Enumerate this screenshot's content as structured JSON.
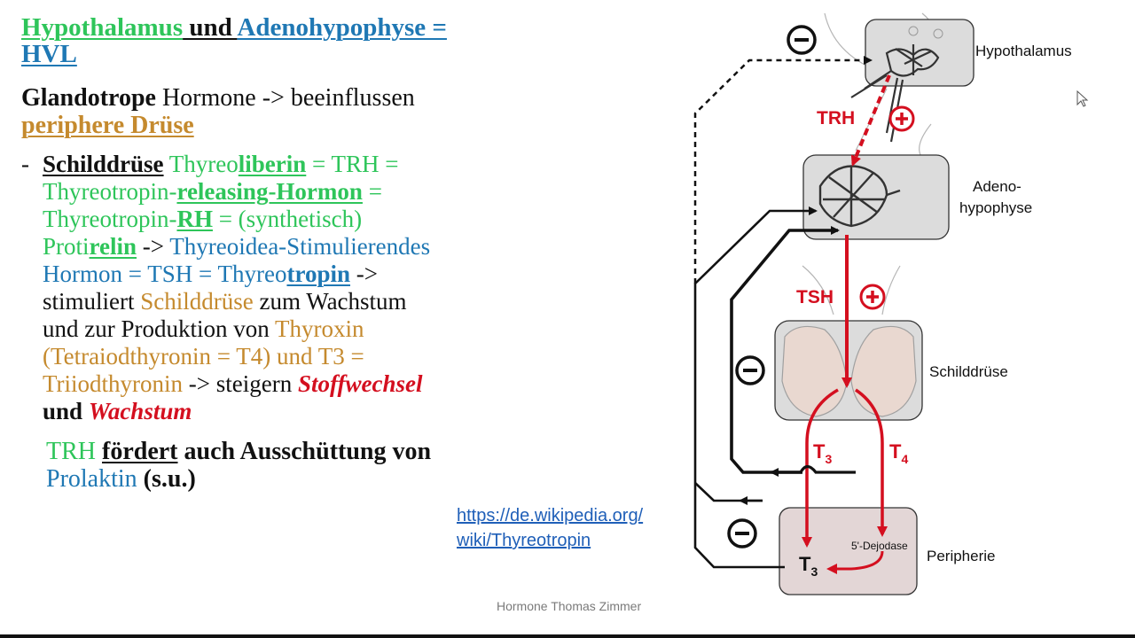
{
  "slide": {
    "title": {
      "part1": "Hypothalamus",
      "part2": " und ",
      "part3": "Adenohypophyse =",
      "part4": "HVL"
    },
    "intro": {
      "glandotrope": "Glandotrope",
      "rest": " Hormone -> beeinflussen",
      "drüse": "periphere Drüse"
    },
    "list": {
      "dash": "-",
      "schilddruese": "Schilddrüse",
      "s1": " Thyreo",
      "liberin": "liberin",
      "s2": " = TRH =",
      "s3": "Thyreotropin-",
      "releasing": "releasing-Hormon",
      "s4": " =",
      "s5": "Thyreotropin-",
      "rh": "RH",
      "s6": " = (synthetisch)",
      "s7": "Proti",
      "relin": "relin",
      "s8": " -> ",
      "s9": "Thyreoidea-Stimulierendes",
      "s10": "Hormon = TSH = Thyreo",
      "tropin": "tropin",
      "s11": " ->",
      "s12": "stimuliert ",
      "s13": "Schilddrüse",
      "s14": " zum Wachstum",
      "s15": "und zur Produktion von ",
      "s16": "Thyroxin",
      "s17": "(Tetraiodthyronin = T4) und T3 =",
      "s18": "Triiodthyronin",
      "s19": " -> steigern ",
      "stoffwechsel": "Stoffwechsel",
      "s20": "und ",
      "wachstum": "Wachstum"
    },
    "note": {
      "trh": "TRH",
      "foerdert": "fördert",
      "rest": " auch Ausschüttung von",
      "prolaktin": "Prolaktin",
      "su": " (s.u.)"
    },
    "link": {
      "line1": "https://de.wikipedia.org/",
      "line2": "wiki/Thyreotropin"
    },
    "footer": "Hormone Thomas Zimmer"
  },
  "diagram": {
    "labels": {
      "hypothalamus": "Hypothalamus",
      "adeno1": "Adeno-",
      "adeno2": "hypophyse",
      "schilddruese": "Schilddrüse",
      "peripherie": "Peripherie",
      "trh": "TRH",
      "tsh": "TSH",
      "t3": "T",
      "t3sub": "3",
      "t4": "T",
      "t4sub": "4",
      "t3b": "T",
      "t3bsub": "3",
      "dejodase": "5'-Dejodase"
    },
    "colors": {
      "arrow_red": "#d40f1f",
      "box_fill": "#dcdcdc",
      "periph_fill": "#e3d6d6"
    }
  }
}
